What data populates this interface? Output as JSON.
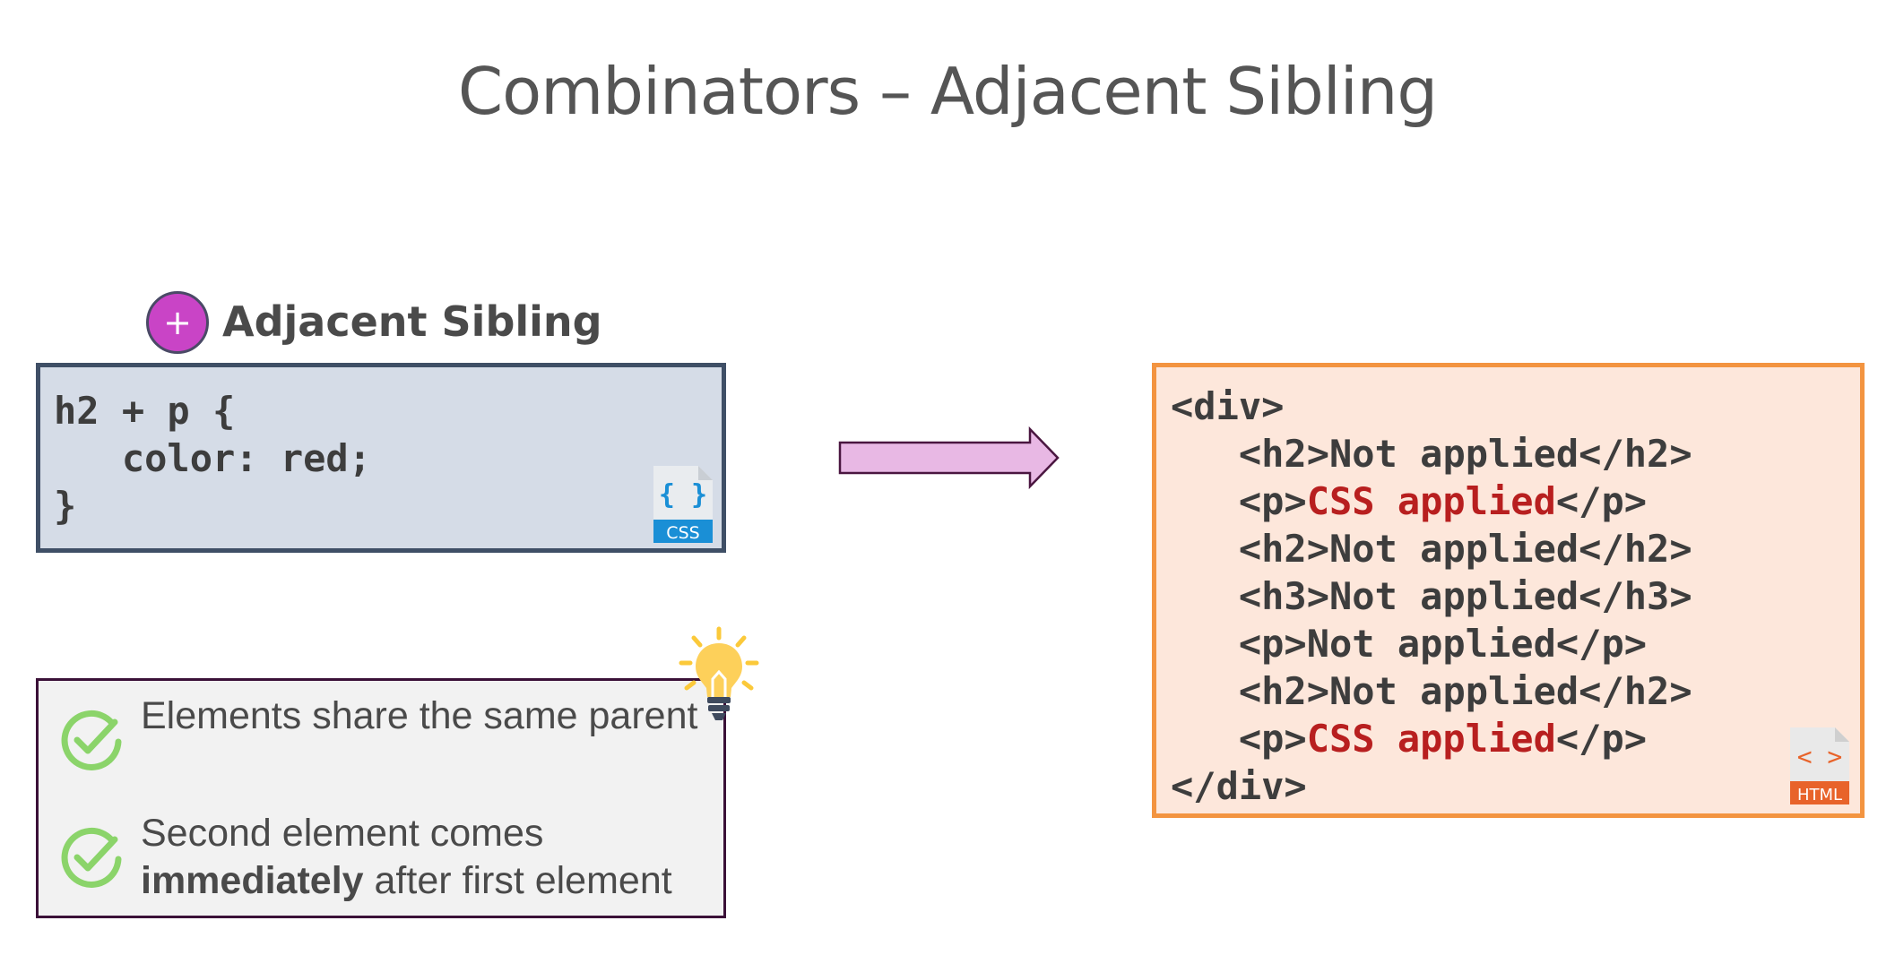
{
  "title": "Combinators – Adjacent Sibling",
  "badge": {
    "symbol": "+",
    "label": "Adjacent Sibling",
    "color": "#c944c6"
  },
  "css_panel": {
    "lines": [
      "h2 + p {",
      "   color: red;",
      "}"
    ],
    "icon": "css-file-icon",
    "icon_braces": "{ }",
    "icon_label": "CSS"
  },
  "html_panel": {
    "open_tag": "<div>",
    "lines": [
      {
        "before": "   <h2>",
        "inner": "Not applied",
        "after": "</h2>",
        "applied": false
      },
      {
        "before": "   <p>",
        "inner": "CSS applied",
        "after": "</p>",
        "applied": true
      },
      {
        "before": "   <h2>",
        "inner": "Not applied",
        "after": "</h2>",
        "applied": false
      },
      {
        "before": "   <h3>",
        "inner": "Not applied",
        "after": "</h3>",
        "applied": false
      },
      {
        "before": "   <p>",
        "inner": "Not applied",
        "after": "</p>",
        "applied": false
      },
      {
        "before": "   <h2>",
        "inner": "Not applied",
        "after": "</h2>",
        "applied": false
      },
      {
        "before": "   <p>",
        "inner": "CSS applied",
        "after": "</p>",
        "applied": true
      }
    ],
    "close_tag": "</div>",
    "icon": "html-file-icon",
    "icon_brackets": "< >",
    "icon_label": "HTML"
  },
  "tips": {
    "icon": "lightbulb-icon",
    "items": [
      {
        "icon": "check-circle-icon",
        "text": "Elements share the same parent"
      },
      {
        "icon": "check-circle-icon",
        "bold": "immediately",
        "before": "Second element comes ",
        "after": " after first element"
      }
    ]
  },
  "colors": {
    "applied_text": "#b81f1f",
    "css_panel_bg": "#d5dce7",
    "html_panel_bg": "#fde7db",
    "html_panel_border": "#f39440",
    "arrow_fill": "#e8b8e4",
    "check": "#8bd46a"
  }
}
